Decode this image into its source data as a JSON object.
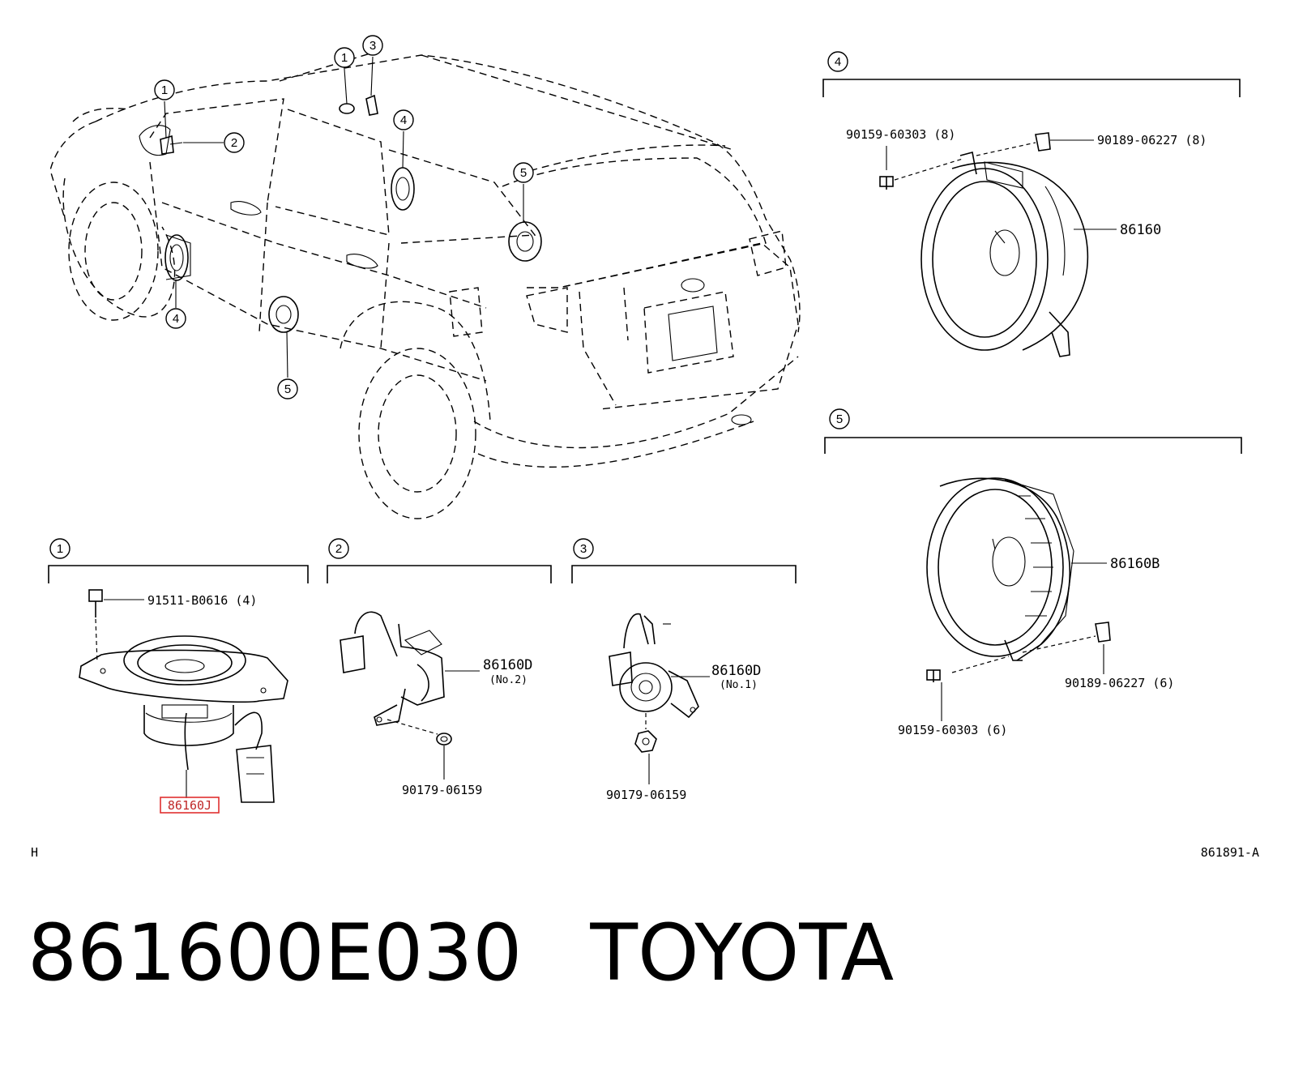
{
  "callouts": [
    "1",
    "2",
    "3",
    "4",
    "5"
  ],
  "panel4": {
    "bolt": "90159-60303 (8)",
    "clip": "90189-06227 (8)",
    "part": "86160"
  },
  "panel5": {
    "part": "86160B",
    "clip": "90189-06227 (6)",
    "bolt": "90159-60303 (6)"
  },
  "panel1": {
    "bolt": "91511-B0616 (4)",
    "part": "86160J"
  },
  "panel2": {
    "part": "86160D",
    "sub": "(No.2)",
    "nut": "90179-06159"
  },
  "panel3": {
    "part": "86160D",
    "sub": "(No.1)",
    "nut": "90179-06159"
  },
  "footer": {
    "left_code": "H",
    "right_code": "861891-A"
  },
  "title": {
    "part_number": "861600E030",
    "brand": "TOYOTA"
  },
  "colors": {
    "highlight_box": "#e03030"
  }
}
